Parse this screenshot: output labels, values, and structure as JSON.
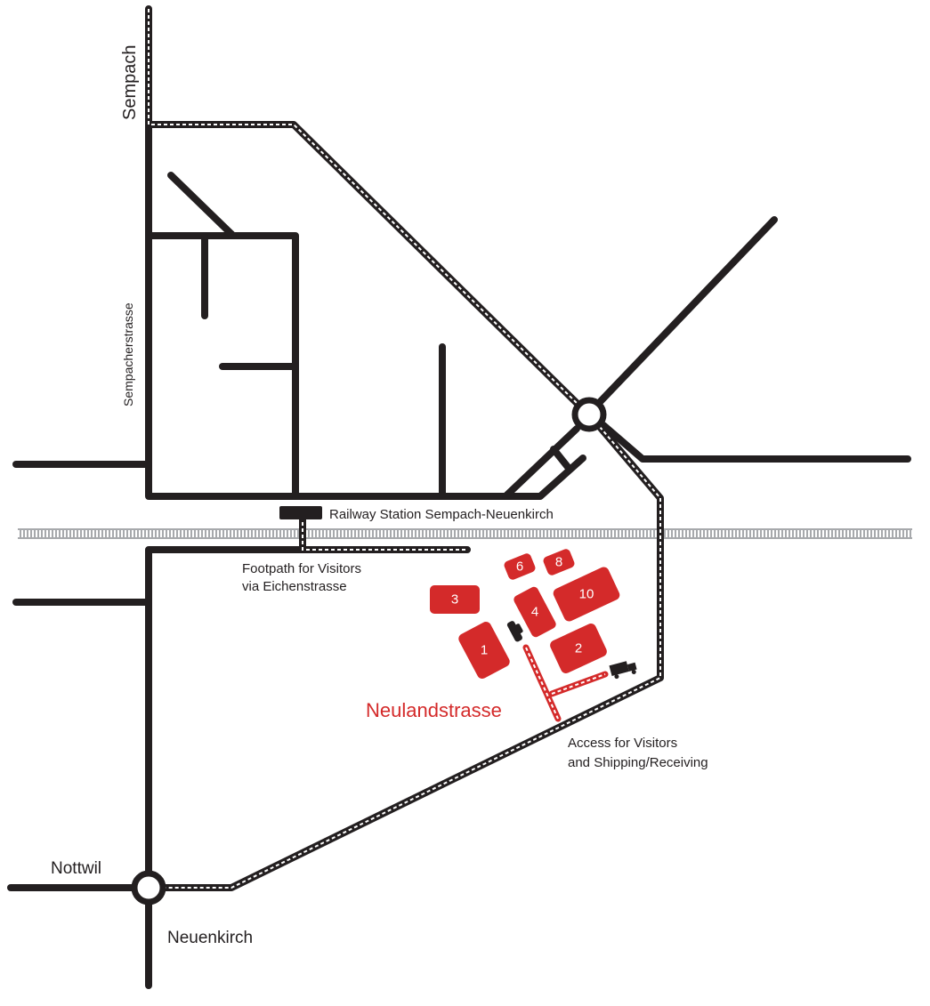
{
  "labels": {
    "sempach": "Sempach",
    "sempacherstrasse": "Sempacherstrasse",
    "railway_station": "Railway Station Sempach-Neuenkirch",
    "footpath_line1": "Footpath for Visitors",
    "footpath_line2": "via Eichenstrasse",
    "neulandstrasse": "Neulandstrasse",
    "access_line1": "Access for Visitors",
    "access_line2": "and Shipping/Receiving",
    "nottwil": "Nottwil",
    "neuenkirch": "Neuenkirch"
  },
  "buildings": [
    "1",
    "2",
    "3",
    "4",
    "6",
    "8",
    "10"
  ],
  "icons": {
    "car": "car-icon",
    "truck": "truck-icon"
  },
  "colors": {
    "road": "#231f20",
    "buildings": "#d42a2a",
    "railway": "#a7a9ac",
    "highlight_text": "#d42a2a"
  }
}
